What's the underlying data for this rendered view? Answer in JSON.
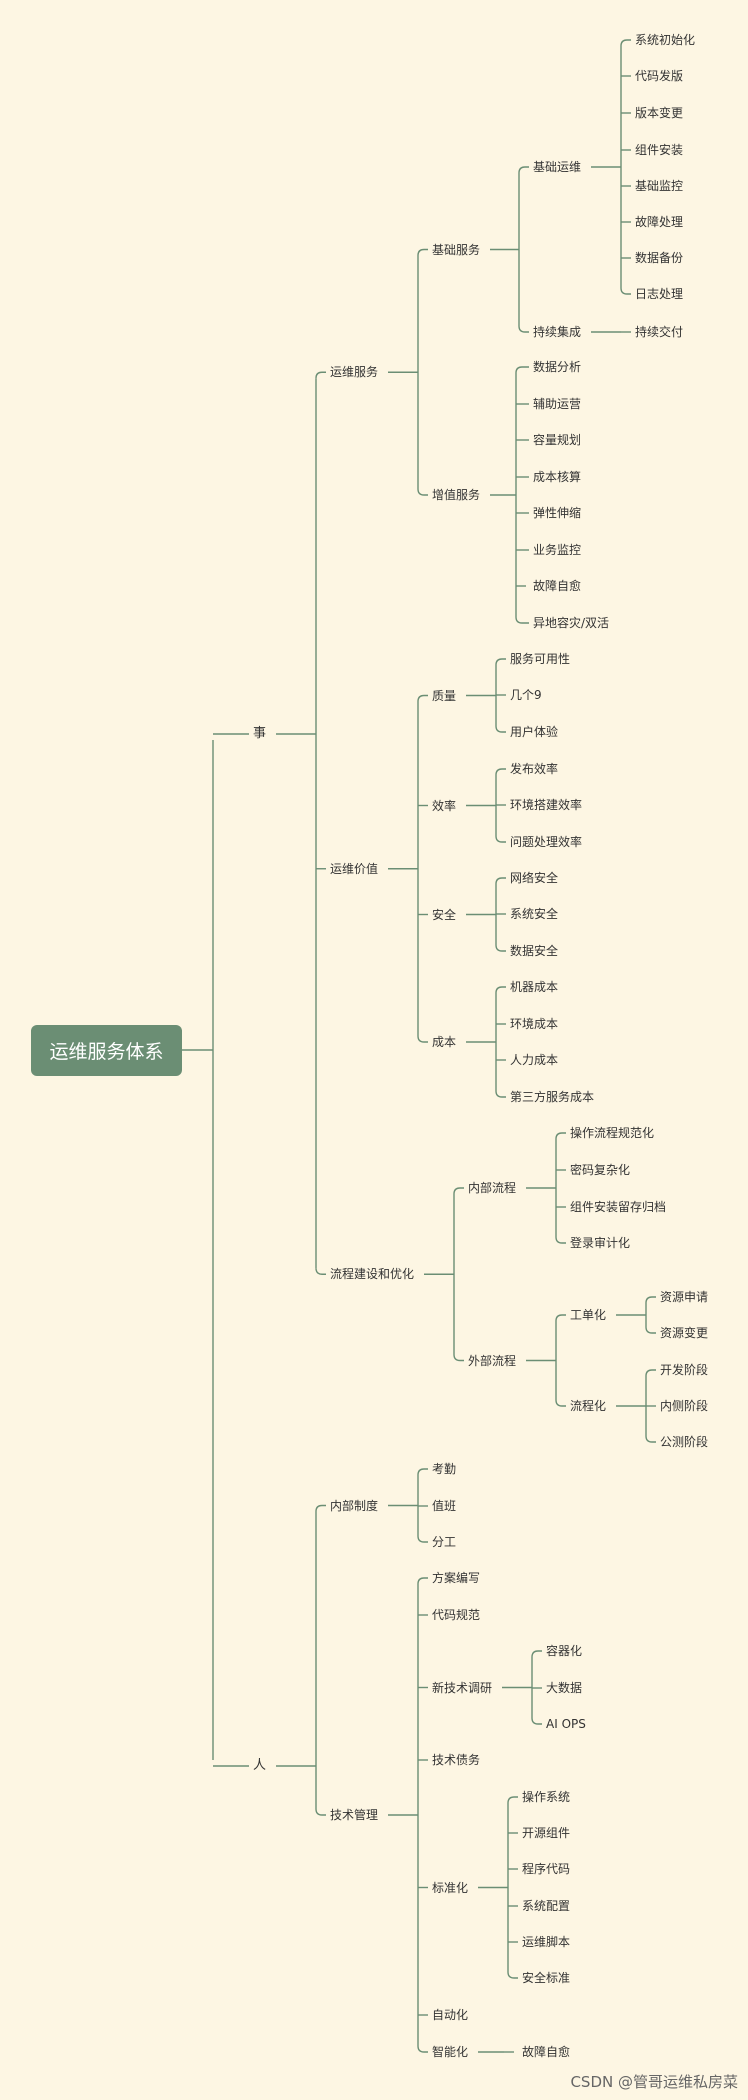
{
  "root": "运维服务体系",
  "tree": [
    {
      "label": "事",
      "children": [
        {
          "label": "运维服务",
          "children": [
            {
              "label": "基础服务",
              "children": [
                {
                  "label": "基础运维",
                  "children": [
                    {
                      "label": "系统初始化"
                    },
                    {
                      "label": "代码发版"
                    },
                    {
                      "label": "版本变更"
                    },
                    {
                      "label": "组件安装"
                    },
                    {
                      "label": "基础监控"
                    },
                    {
                      "label": "故障处理"
                    },
                    {
                      "label": "数据备份"
                    },
                    {
                      "label": "日志处理"
                    }
                  ]
                },
                {
                  "label": "持续集成",
                  "children": [
                    {
                      "label": "持续交付"
                    }
                  ]
                }
              ]
            },
            {
              "label": "增值服务",
              "children": [
                {
                  "label": "数据分析"
                },
                {
                  "label": "辅助运营"
                },
                {
                  "label": "容量规划"
                },
                {
                  "label": "成本核算"
                },
                {
                  "label": "弹性伸缩"
                },
                {
                  "label": "业务监控"
                },
                {
                  "label": "故障自愈"
                },
                {
                  "label": "异地容灾/双活"
                }
              ]
            }
          ]
        },
        {
          "label": "运维价值",
          "children": [
            {
              "label": "质量",
              "children": [
                {
                  "label": "服务可用性"
                },
                {
                  "label": "几个9"
                },
                {
                  "label": "用户体验"
                }
              ]
            },
            {
              "label": "效率",
              "children": [
                {
                  "label": "发布效率"
                },
                {
                  "label": "环境搭建效率"
                },
                {
                  "label": "问题处理效率"
                }
              ]
            },
            {
              "label": "安全",
              "children": [
                {
                  "label": "网络安全"
                },
                {
                  "label": "系统安全"
                },
                {
                  "label": "数据安全"
                }
              ]
            },
            {
              "label": "成本",
              "children": [
                {
                  "label": "机器成本"
                },
                {
                  "label": "环境成本"
                },
                {
                  "label": "人力成本"
                },
                {
                  "label": "第三方服务成本"
                }
              ]
            }
          ]
        },
        {
          "label": "流程建设和优化",
          "children": [
            {
              "label": "内部流程",
              "children": [
                {
                  "label": "操作流程规范化"
                },
                {
                  "label": "密码复杂化"
                },
                {
                  "label": "组件安装留存归档"
                },
                {
                  "label": "登录审计化"
                }
              ]
            },
            {
              "label": "外部流程",
              "children": [
                {
                  "label": "工单化",
                  "children": [
                    {
                      "label": "资源申请"
                    },
                    {
                      "label": "资源变更"
                    }
                  ]
                },
                {
                  "label": "流程化",
                  "children": [
                    {
                      "label": "开发阶段"
                    },
                    {
                      "label": "内侧阶段"
                    },
                    {
                      "label": "公测阶段"
                    }
                  ]
                }
              ]
            }
          ]
        }
      ]
    },
    {
      "label": "人",
      "children": [
        {
          "label": "内部制度",
          "children": [
            {
              "label": "考勤"
            },
            {
              "label": "值班"
            },
            {
              "label": "分工"
            }
          ]
        },
        {
          "label": "技术管理",
          "children": [
            {
              "label": "方案编写"
            },
            {
              "label": "代码规范"
            },
            {
              "label": "新技术调研",
              "children": [
                {
                  "label": "容器化"
                },
                {
                  "label": "大数据"
                },
                {
                  "label": "AI OPS"
                }
              ]
            },
            {
              "label": "技术债务"
            },
            {
              "label": "标准化",
              "children": [
                {
                  "label": "操作系统"
                },
                {
                  "label": "开源组件"
                },
                {
                  "label": "程序代码"
                },
                {
                  "label": "系统配置"
                },
                {
                  "label": "运维脚本"
                },
                {
                  "label": "安全标准"
                }
              ]
            },
            {
              "label": "自动化"
            },
            {
              "label": "智能化",
              "children": [
                {
                  "label": "故障自愈"
                }
              ]
            }
          ]
        }
      ]
    }
  ],
  "watermark": "CSDN @管哥运维私房菜",
  "colors": {
    "background": "#fdf6e3",
    "root_fill": "#6b8e74",
    "line": "#6b8e74",
    "text": "#333333"
  }
}
